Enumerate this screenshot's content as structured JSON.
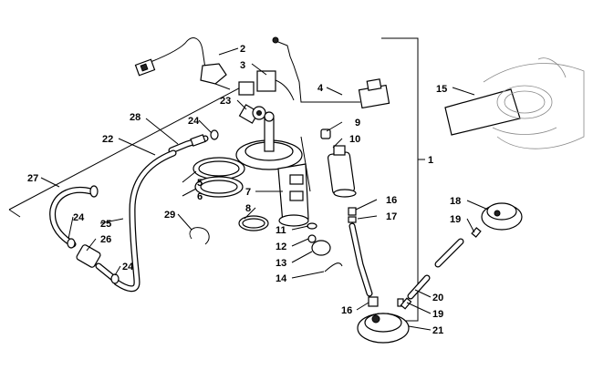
{
  "labels": {
    "l1": "1",
    "l2": "2",
    "l3": "3",
    "l4": "4",
    "l5": "5",
    "l6": "6",
    "l7": "7",
    "l8": "8",
    "l9": "9",
    "l10": "10",
    "l11": "11",
    "l12": "12",
    "l13": "13",
    "l14": "14",
    "l15": "15",
    "l16a": "16",
    "l16b": "16",
    "l17": "17",
    "l18": "18",
    "l19a": "19",
    "l19b": "19",
    "l20": "20",
    "l21": "21",
    "l22": "22",
    "l23": "23",
    "l24a": "24",
    "l24b": "24",
    "l24c": "24",
    "l25": "25",
    "l26": "26",
    "l27": "27",
    "l28": "28",
    "l29": "29"
  }
}
